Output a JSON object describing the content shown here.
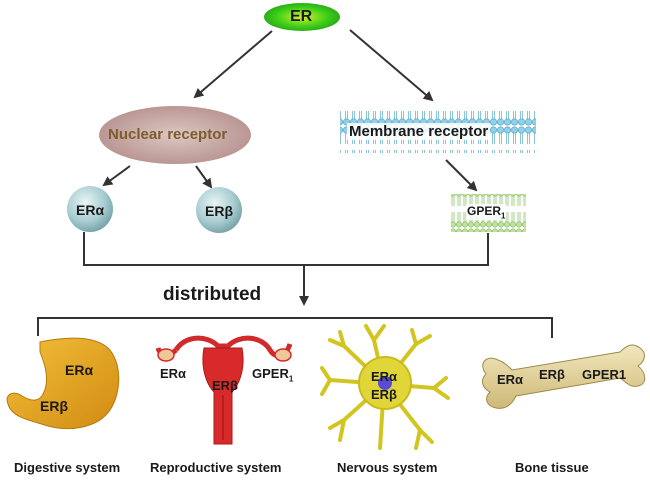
{
  "diagram": {
    "root": "ER",
    "nuclear_receptor": "Nuclear receptor",
    "membrane_receptor": "Membrane receptor",
    "er_alpha": "ERα",
    "er_beta": "ERβ",
    "gper_base": "GPER",
    "gper_sub": "1",
    "distributed": "distributed"
  },
  "organs": {
    "digestive": {
      "caption": "Digestive system",
      "label_a": "ERα",
      "label_b": "ERβ"
    },
    "reproductive": {
      "caption": "Reproductive  system",
      "label_a": "ERα",
      "label_b": "ERβ",
      "label_c_base": "GPER",
      "label_c_sub": "1"
    },
    "nervous": {
      "caption": "Nervous  system",
      "label_a": "ERα",
      "label_b": "ERβ"
    },
    "bone": {
      "caption": "Bone tissue",
      "label_a": "ERα",
      "label_b": "ERβ",
      "label_c": "GPER1"
    }
  },
  "colors": {
    "root_fill": "#2ecc1a",
    "nuclear_fill": "#c9a9a6",
    "nuclear_text": "#8a6a3a",
    "circle_fill": "#9fc4c8",
    "membrane": "#7fc3dc",
    "gper_membrane": "#a8d38a",
    "stomach": "#e5a51c",
    "uterus": "#d82a2a",
    "neuron": "#d9cf2a",
    "bone": "#e3d49a"
  }
}
